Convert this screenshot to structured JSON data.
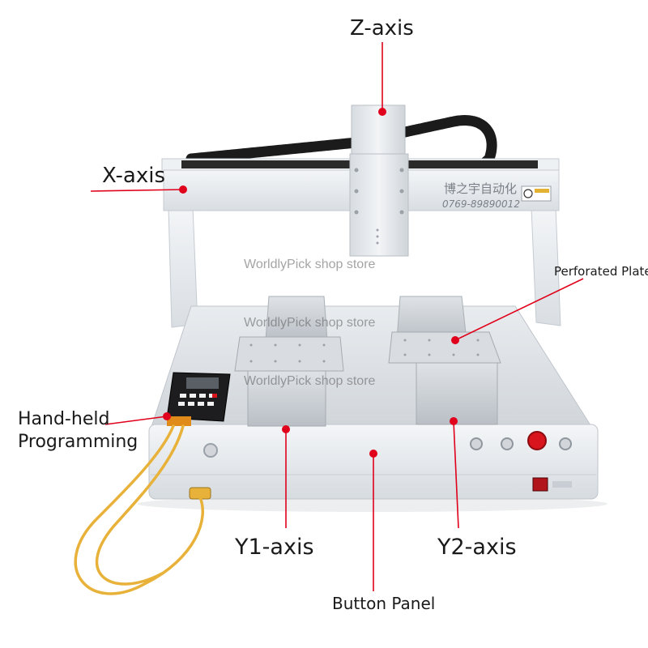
{
  "labels": {
    "z_axis": "Z-axis",
    "x_axis": "X-axis",
    "perforated_plate": "Perforated Plate",
    "hand_held_line1": "Hand-held",
    "hand_held_line2": "Programming",
    "y1_axis": "Y1-axis",
    "y2_axis": "Y2-axis",
    "button_panel": "Button Panel"
  },
  "machine_text": {
    "brand": "博之宇自动化",
    "phone": "0769-89890012"
  },
  "watermark": "WorldlyPick shop store",
  "colors": {
    "marker": "#e0001b",
    "frame": "#e7ebef",
    "cable": "#e8b23a",
    "emergency_stop": "#d8141c"
  }
}
